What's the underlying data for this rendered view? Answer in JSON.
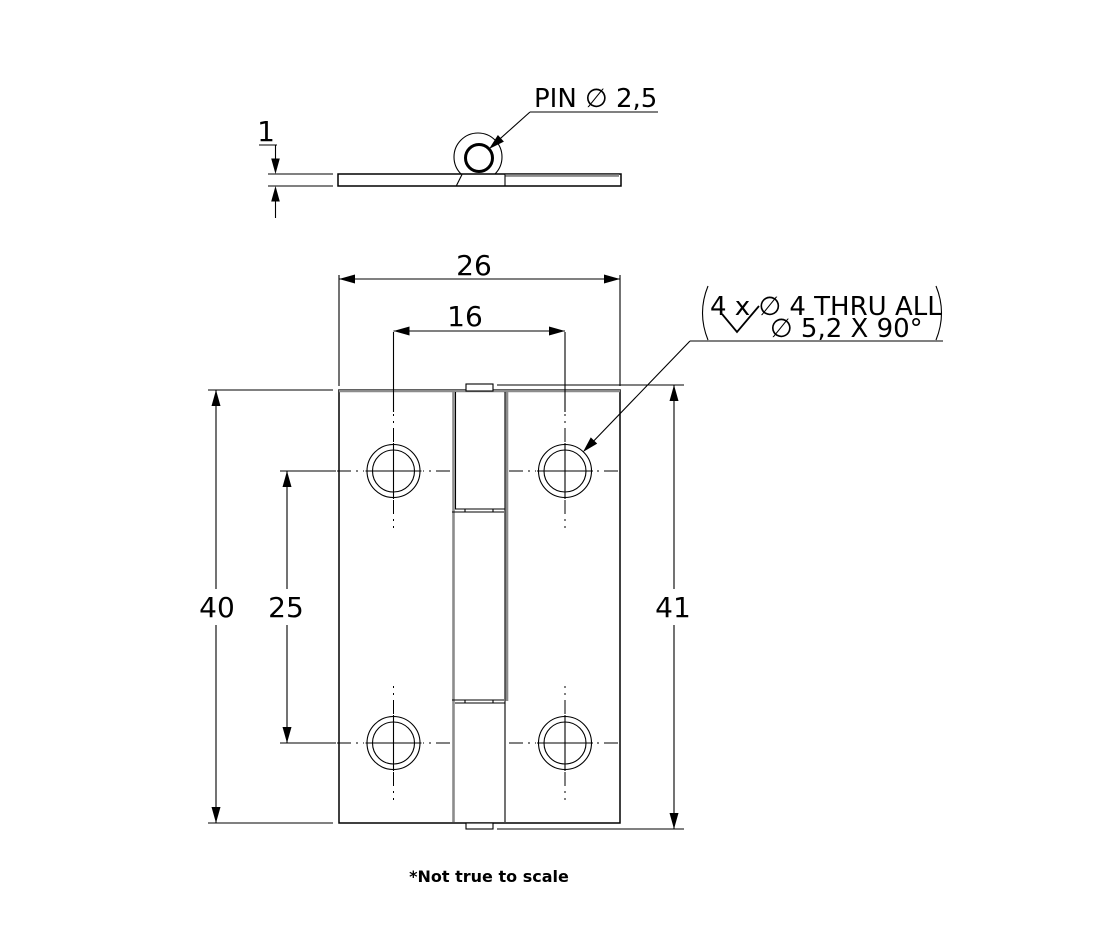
{
  "drawing": {
    "side_view": {
      "thickness_dim": "1",
      "pin_label": "PIN ∅ 2,5"
    },
    "front_view": {
      "width_dim": "26",
      "hole_span_width_dim": "16",
      "plate_height_dim": "40",
      "hole_span_height_dim": "25",
      "overall_height_dim": "41",
      "hole_callout_line1": "4 x ∅ 4 THRU ALL",
      "hole_callout_line2": "∅ 5,2 X 90°"
    },
    "footnote": "*Not true to scale",
    "colors": {
      "line": "#000000",
      "shadow": "#8c8c8c",
      "background": "#ffffff"
    }
  }
}
